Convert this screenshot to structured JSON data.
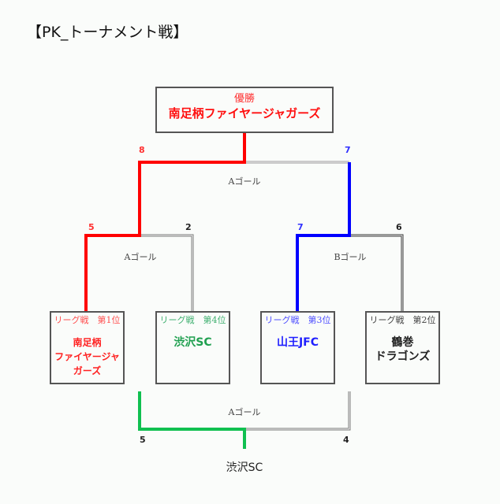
{
  "title": "【PK_トーナメント戦】",
  "champion": {
    "label": "優勝",
    "name": "南足柄ファイヤージャガーズ"
  },
  "teams": [
    {
      "rank": "リーグ戦　第1位",
      "name": "南足柄\nファイヤージャガーズ",
      "color": "#ff2020"
    },
    {
      "rank": "リーグ戦　第4位",
      "name": "渋沢SC",
      "color": "#20a050"
    },
    {
      "rank": "リーグ戦　第3位",
      "name": "山王JFC",
      "color": "#2020ff"
    },
    {
      "rank": "リーグ戦　第2位",
      "name": "鶴巻\nドラゴンズ",
      "color": "#222222"
    }
  ],
  "scores": {
    "final_left": "8",
    "final_right": "7",
    "semi1_left": "5",
    "semi1_right": "2",
    "semi2_left": "7",
    "semi2_right": "6",
    "third_left": "5",
    "third_right": "4"
  },
  "goals": {
    "final": "Aゴール",
    "semi1": "Aゴール",
    "semi2": "Bゴール",
    "third": "Aゴール"
  },
  "third_winner": "渋沢SC"
}
